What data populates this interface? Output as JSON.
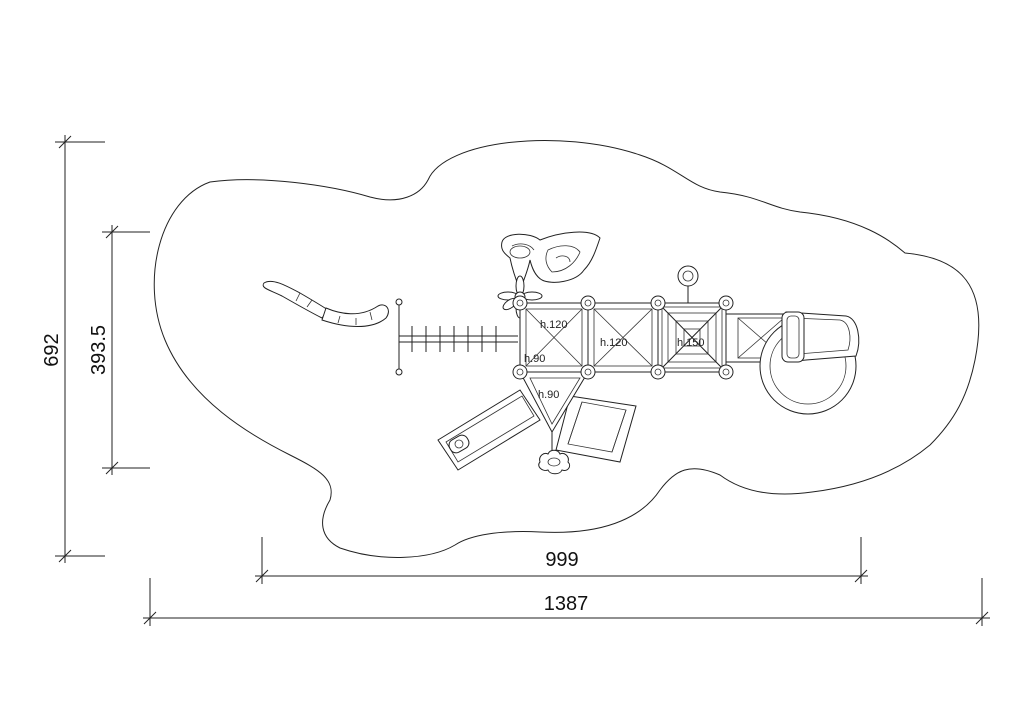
{
  "dimensions": {
    "overall_width": "1387",
    "equipment_width": "999",
    "overall_depth": "692",
    "equipment_depth": "393.5"
  },
  "deck_labels": {
    "deck_1": "h.120",
    "deck_2": "h.120",
    "deck_3": "h.90",
    "deck_4": "h.90",
    "deck_5": "h.150"
  },
  "colors": {
    "line": "#222222",
    "background": "#ffffff"
  }
}
